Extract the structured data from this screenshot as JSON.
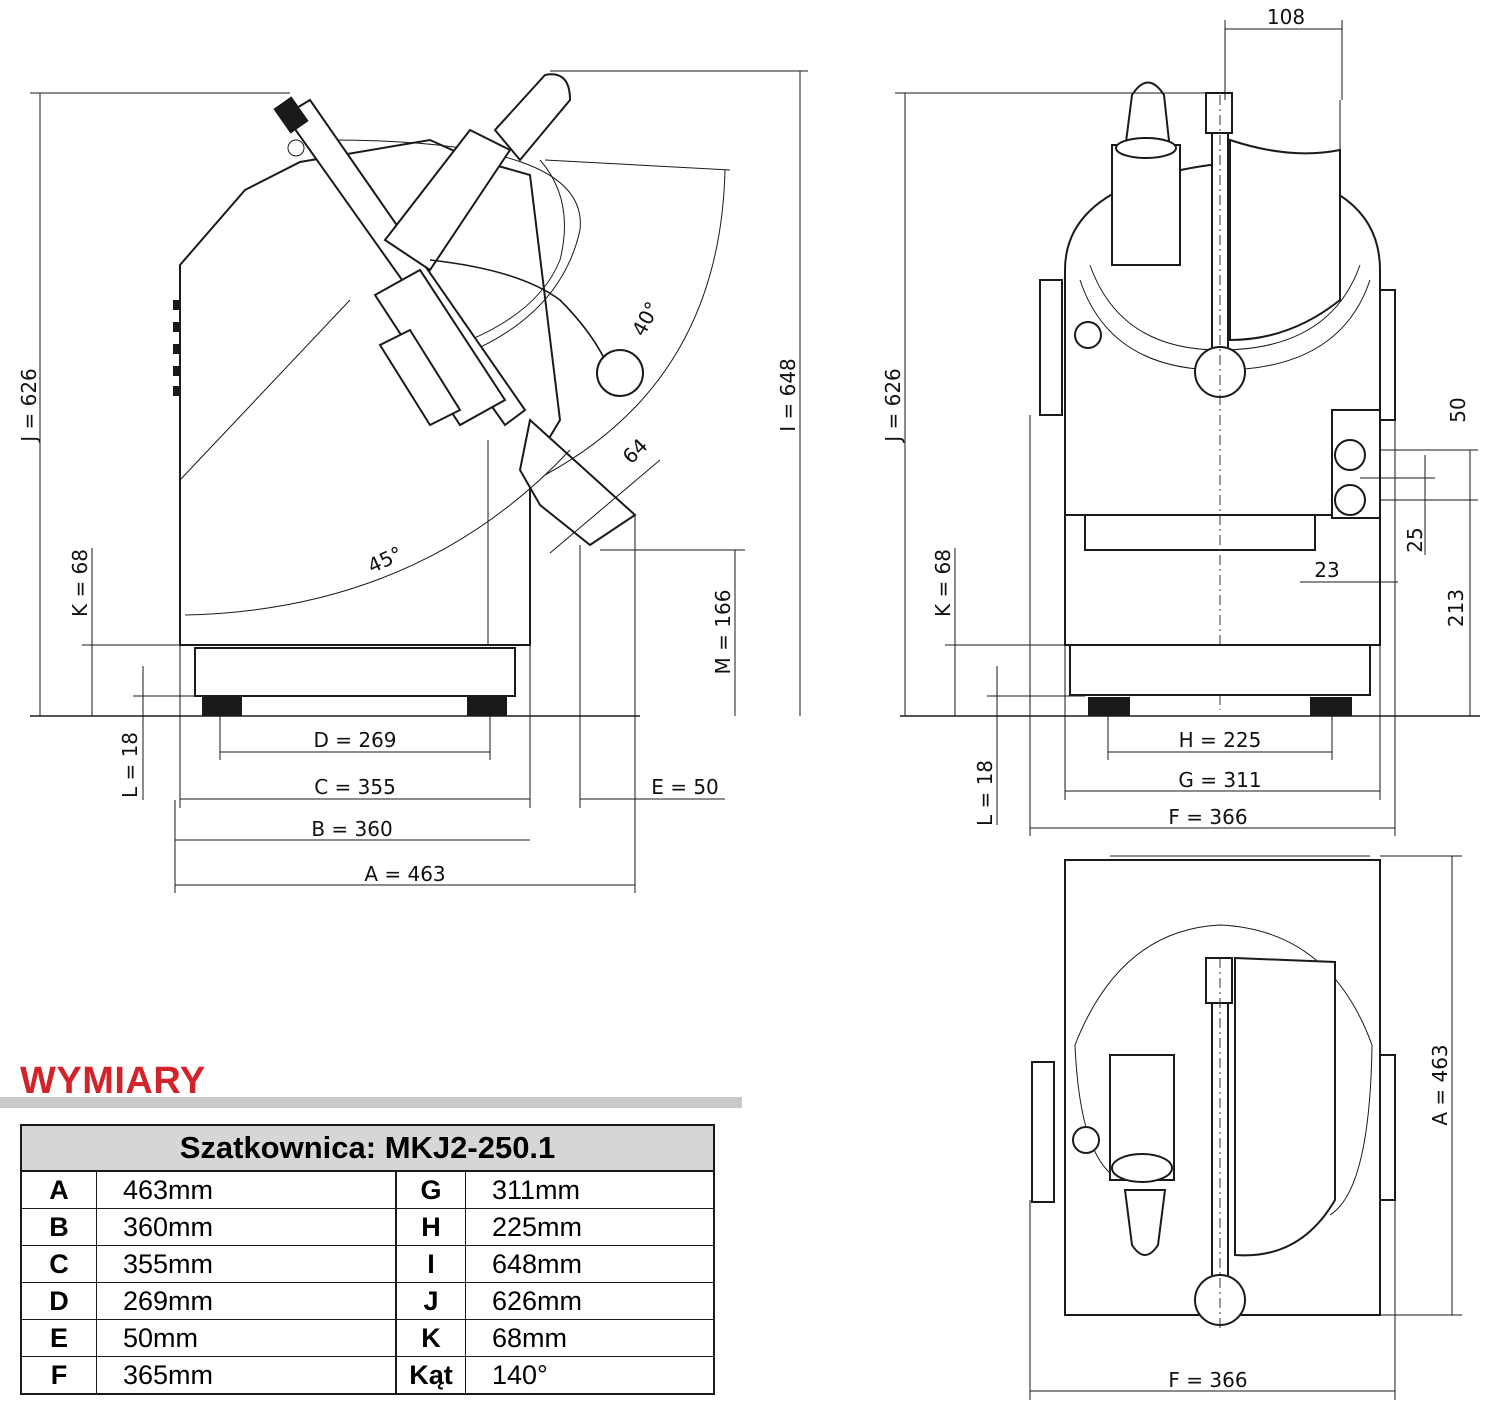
{
  "section_title": "WYMIARY",
  "table": {
    "title": "Szatkownica: MKJ2-250.1",
    "rows": [
      {
        "k1": "A",
        "v1": "463mm",
        "k2": "G",
        "v2": "311mm"
      },
      {
        "k1": "B",
        "v1": "360mm",
        "k2": "H",
        "v2": "225mm"
      },
      {
        "k1": "C",
        "v1": "355mm",
        "k2": "I",
        "v2": "648mm"
      },
      {
        "k1": "D",
        "v1": "269mm",
        "k2": "J",
        "v2": "626mm"
      },
      {
        "k1": "E",
        "v1": "50mm",
        "k2": "K",
        "v2": "68mm"
      },
      {
        "k1": "F",
        "v1": "365mm",
        "k2": "Kąt",
        "v2": "140°"
      }
    ]
  },
  "side_view": {
    "d": "D = 269",
    "c": "C = 355",
    "b": "B = 360",
    "a": "A = 463",
    "e": "E = 50",
    "j": "J = 626",
    "i": "I = 648",
    "k": "K = 68",
    "l": "L = 18",
    "m": "M = 166",
    "ang40": "40°",
    "ang45": "45°",
    "d64": "64"
  },
  "front_view": {
    "top": "108",
    "h": "H =  225",
    "g": "G = 311",
    "f": "F = 366",
    "j": "J = 626",
    "k": "K = 68",
    "l": "L = 18",
    "d50": "50",
    "d25": "25",
    "d23": "23",
    "d213": "213"
  },
  "top_view": {
    "f": "F = 366",
    "a": "A = 463"
  },
  "colors": {
    "accent": "#d2232a",
    "table_header": "#d6d6d6"
  }
}
